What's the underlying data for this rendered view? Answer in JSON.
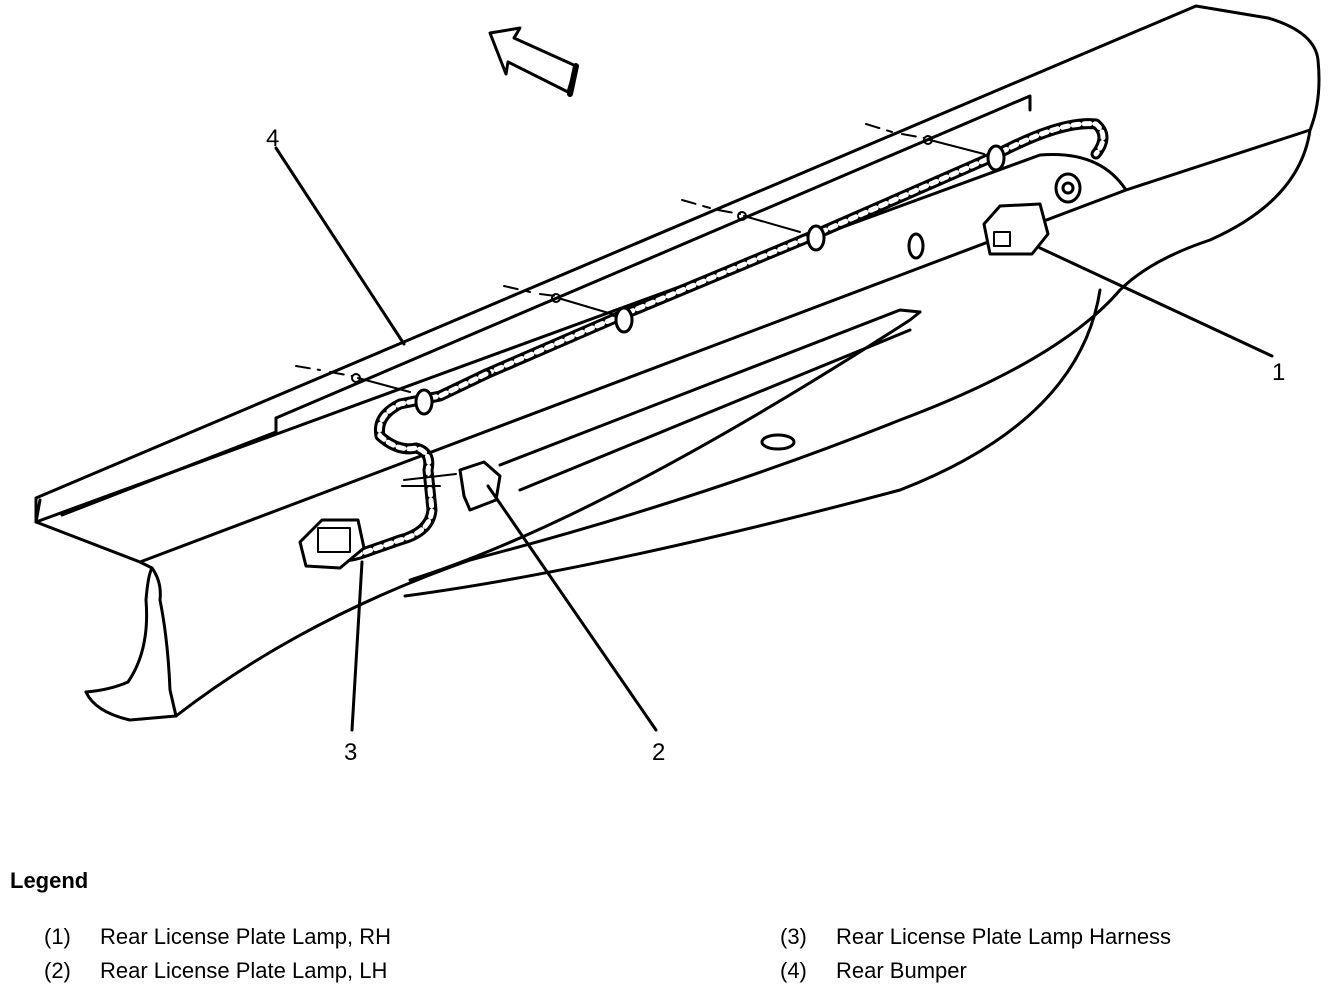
{
  "callouts": {
    "c1": "1",
    "c2": "2",
    "c3": "3",
    "c4": "4"
  },
  "legend": {
    "title": "Legend",
    "items": [
      {
        "num": "(1)",
        "label": "Rear License Plate Lamp, RH"
      },
      {
        "num": "(2)",
        "label": "Rear License Plate Lamp, LH"
      },
      {
        "num": "(3)",
        "label": "Rear License Plate Lamp Harness"
      },
      {
        "num": "(4)",
        "label": "Rear Bumper"
      }
    ]
  }
}
